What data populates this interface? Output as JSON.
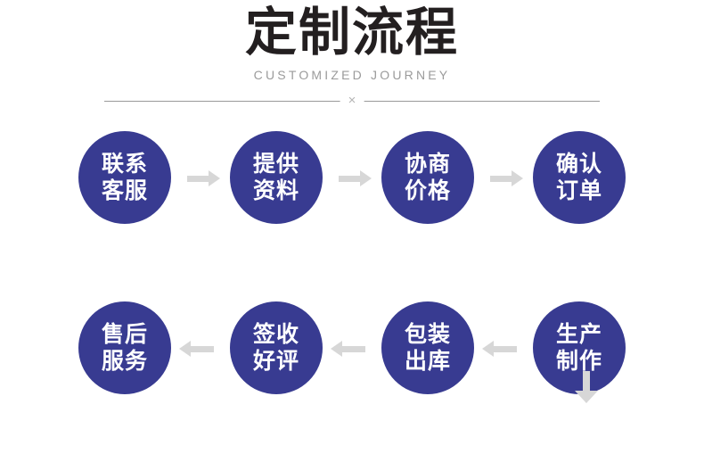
{
  "header": {
    "title": "定制流程",
    "subtitle": "CUSTOMIZED JOURNEY",
    "divider_mark": "×"
  },
  "colors": {
    "node_fill": "#383b91",
    "node_text": "#ffffff",
    "title_text": "#231f20",
    "subtitle_text": "#9b9b9b",
    "arrow": "#d7d7d7",
    "divider_line": "#9a9a9a",
    "background": "#ffffff"
  },
  "flow": {
    "rows": [
      {
        "direction": "right",
        "nodes": [
          {
            "line1": "联系",
            "line2": "客服"
          },
          {
            "line1": "提供",
            "line2": "资料"
          },
          {
            "line1": "协商",
            "line2": "价格"
          },
          {
            "line1": "确认",
            "line2": "订单"
          }
        ]
      },
      {
        "direction": "left",
        "nodes": [
          {
            "line1": "售后",
            "line2": "服务"
          },
          {
            "line1": "签收",
            "line2": "好评"
          },
          {
            "line1": "包装",
            "line2": "出库"
          },
          {
            "line1": "生产",
            "line2": "制作"
          }
        ]
      }
    ],
    "connector_between_rows": "down-arrow"
  }
}
